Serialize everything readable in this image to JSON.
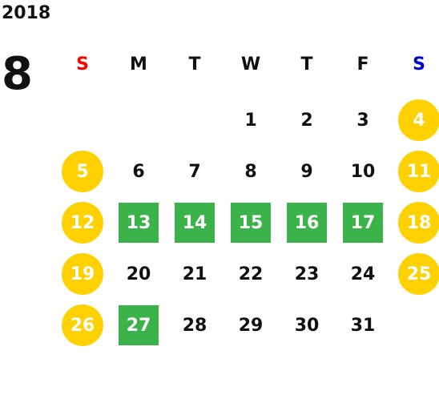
{
  "year": "2018",
  "month": "8",
  "colors": {
    "sunday_header": "#ff0000",
    "saturday_header": "#0000cc",
    "weekend_circle": "#ffd100",
    "highlight_square": "#3cb34a"
  },
  "weekdays": [
    {
      "label": "S",
      "color": "#ff0000"
    },
    {
      "label": "M",
      "color": "#111111"
    },
    {
      "label": "T",
      "color": "#111111"
    },
    {
      "label": "W",
      "color": "#111111"
    },
    {
      "label": "T",
      "color": "#111111"
    },
    {
      "label": "F",
      "color": "#111111"
    },
    {
      "label": "S",
      "color": "#0000cc"
    }
  ],
  "weeks": [
    [
      null,
      null,
      null,
      {
        "day": "1"
      },
      {
        "day": "2"
      },
      {
        "day": "3"
      },
      {
        "day": "4",
        "style": "circle"
      }
    ],
    [
      {
        "day": "5",
        "style": "circle"
      },
      {
        "day": "6"
      },
      {
        "day": "7"
      },
      {
        "day": "8"
      },
      {
        "day": "9"
      },
      {
        "day": "10"
      },
      {
        "day": "11",
        "style": "circle"
      }
    ],
    [
      {
        "day": "12",
        "style": "circle"
      },
      {
        "day": "13",
        "style": "square"
      },
      {
        "day": "14",
        "style": "square"
      },
      {
        "day": "15",
        "style": "square"
      },
      {
        "day": "16",
        "style": "square"
      },
      {
        "day": "17",
        "style": "square"
      },
      {
        "day": "18",
        "style": "circle"
      }
    ],
    [
      {
        "day": "19",
        "style": "circle"
      },
      {
        "day": "20"
      },
      {
        "day": "21"
      },
      {
        "day": "22"
      },
      {
        "day": "23"
      },
      {
        "day": "24"
      },
      {
        "day": "25",
        "style": "circle"
      }
    ],
    [
      {
        "day": "26",
        "style": "circle"
      },
      {
        "day": "27",
        "style": "square"
      },
      {
        "day": "28"
      },
      {
        "day": "29"
      },
      {
        "day": "30"
      },
      {
        "day": "31"
      },
      null
    ]
  ]
}
